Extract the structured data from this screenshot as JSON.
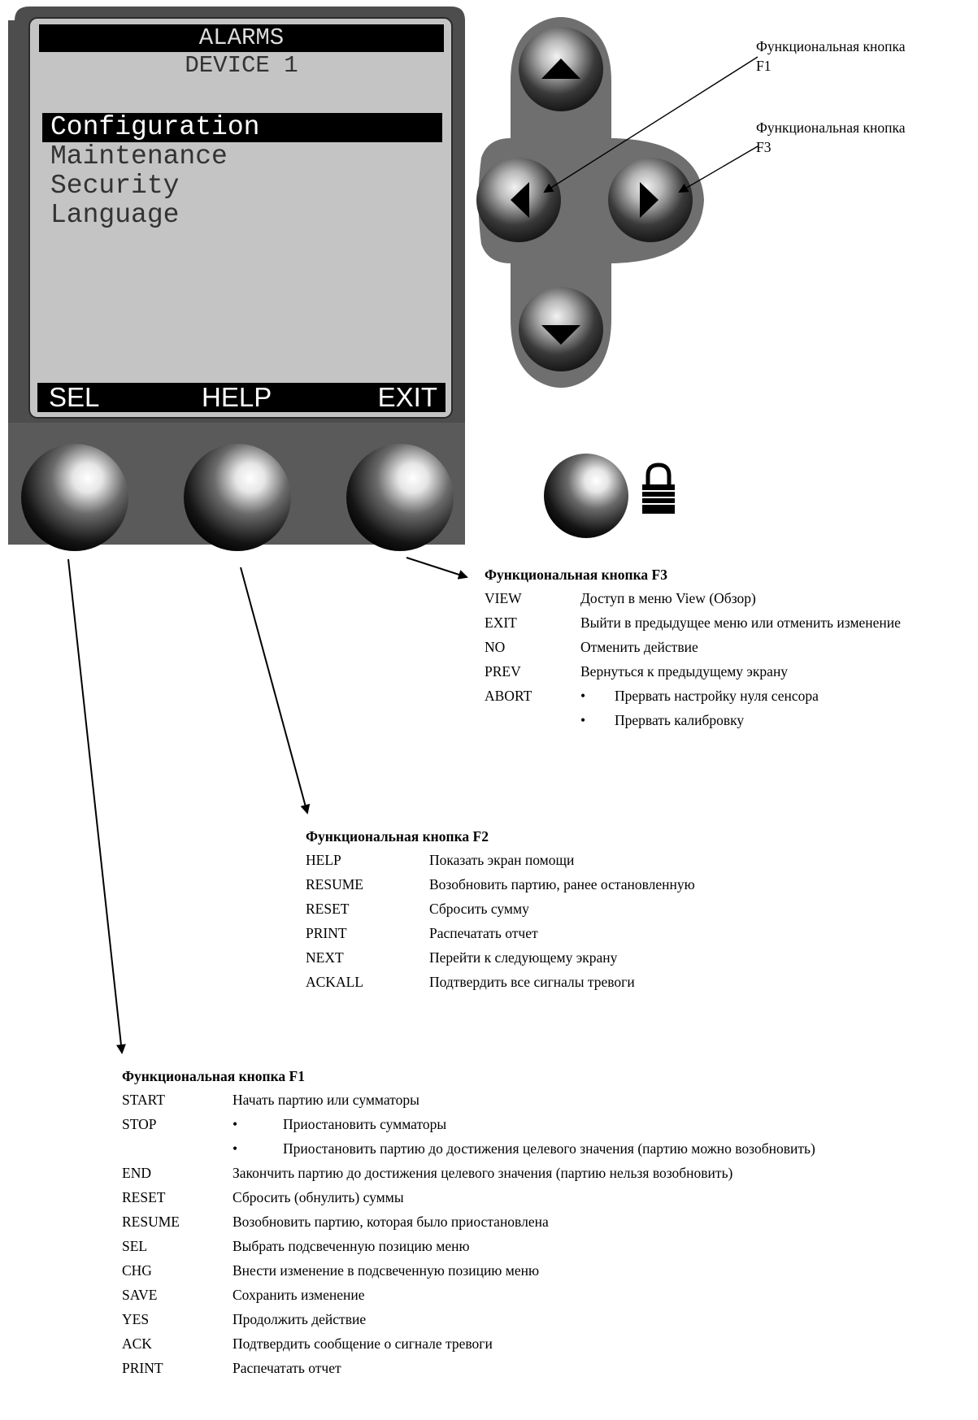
{
  "lcd": {
    "header": "ALARMS",
    "subtitle": "DEVICE 1",
    "menu": [
      {
        "label": "Configuration",
        "selected": true
      },
      {
        "label": "Maintenance",
        "selected": false
      },
      {
        "label": "Security",
        "selected": false
      },
      {
        "label": "Language",
        "selected": false
      }
    ],
    "softkeys": {
      "left": "SEL",
      "center": "HELP",
      "right": "EXIT"
    }
  },
  "callouts": {
    "f1": "Функциональная кнопка\nF1",
    "f3": "Функциональная кнопка\nF3"
  },
  "legends": {
    "f3": {
      "title": "Функциональная кнопка F3",
      "rows": [
        {
          "key": "VIEW",
          "desc": "Доступ в меню View (Обзор)"
        },
        {
          "key": "EXIT",
          "desc": "Выйти в предыдущее меню или отменить изменение"
        },
        {
          "key": "NO",
          "desc": "Отменить действие"
        },
        {
          "key": "PREV",
          "desc": "Вернуться к предыдущему экрану"
        },
        {
          "key": "ABORT",
          "desc": "Прервать настройку нуля сенсора",
          "bullet": true
        },
        {
          "key": "",
          "desc": "Прервать калибровку",
          "bullet": true
        }
      ]
    },
    "f2": {
      "title": "Функциональная кнопка F2",
      "rows": [
        {
          "key": "HELP",
          "desc": "Показать экран помощи"
        },
        {
          "key": "RESUME",
          "desc": "Возобновить партию, ранее остановленную"
        },
        {
          "key": "RESET",
          "desc": "Сбросить сумму"
        },
        {
          "key": "PRINT",
          "desc": "Распечатать отчет"
        },
        {
          "key": "NEXT",
          "desc": "Перейти к следующему экрану"
        },
        {
          "key": "ACKALL",
          "desc": "Подтвердить все сигналы тревоги"
        }
      ]
    },
    "f1": {
      "title": "Функциональная кнопка F1",
      "rows": [
        {
          "key": "START",
          "desc": "Начать партию или сумматоры"
        },
        {
          "key": "STOP",
          "desc": "Приостановить сумматоры",
          "bullet": true
        },
        {
          "key": "",
          "desc": "Приостановить партию до достижения целевого значения (партию можно возобновить)",
          "bullet": true
        },
        {
          "key": "END",
          "desc": "Закончить партию до достижения целевого значения (партию нельзя возобновить)"
        },
        {
          "key": "RESET",
          "desc": "Сбросить (обнулить) суммы"
        },
        {
          "key": "RESUME",
          "desc": "Возобновить партию, которая было приостановлена"
        },
        {
          "key": "SEL",
          "desc": "Выбрать подсвеченную позицию меню"
        },
        {
          "key": "CHG",
          "desc": "Внести изменение в подсвеченную позицию меню"
        },
        {
          "key": "SAVE",
          "desc": "Сохранить изменение"
        },
        {
          "key": "YES",
          "desc": "Продолжить действие"
        },
        {
          "key": "ACK",
          "desc": "Подтвердить сообщение о сигнале тревоги"
        },
        {
          "key": "PRINT",
          "desc": "Распечатать отчет"
        }
      ]
    }
  },
  "colors": {
    "bezel": "#4a4a4a",
    "lcd": "#c2c2c2",
    "keypad": "#7a7a7a"
  },
  "icons": [
    "up-arrow-icon",
    "left-arrow-icon",
    "right-arrow-icon",
    "down-arrow-icon",
    "padlock-icon"
  ]
}
